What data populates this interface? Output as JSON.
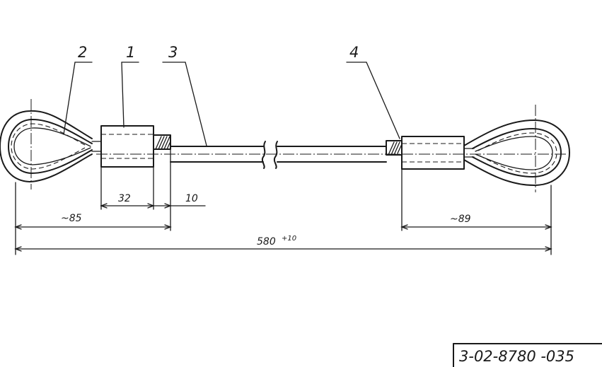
{
  "drawing": {
    "positions": [
      "2",
      "1",
      "3",
      "4"
    ],
    "dimensions": {
      "ferrule_length": "32",
      "thread_length": "10",
      "left_end": "~85",
      "right_end": "~89",
      "overall": "580",
      "overall_tolerance": "+10"
    },
    "stamp_code": "3-02-8780 -035"
  },
  "colors": {
    "ink": "#1a1a1a",
    "paper": "#ffffff"
  }
}
